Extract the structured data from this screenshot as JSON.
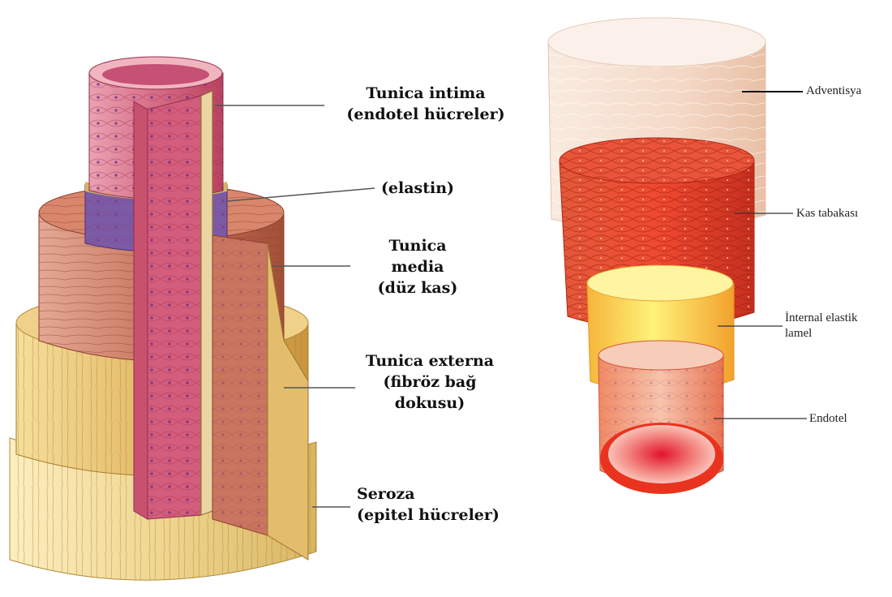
{
  "left_figure": {
    "labels": [
      {
        "id": "intima",
        "lines": [
          "Tunica intima",
          "(endotel hücreler)"
        ]
      },
      {
        "id": "elastin",
        "lines": [
          "(elastin)"
        ]
      },
      {
        "id": "media",
        "lines": [
          "Tunica",
          "media",
          "(düz kas)"
        ]
      },
      {
        "id": "externa",
        "lines": [
          "Tunica externa",
          "(fibröz bağ",
          "dokusu)"
        ]
      },
      {
        "id": "seroza",
        "lines": [
          "Seroza",
          "(epitel hücreler)"
        ]
      }
    ]
  },
  "right_figure": {
    "labels": [
      {
        "id": "adventisya",
        "lines": [
          "Adventisya"
        ]
      },
      {
        "id": "kas",
        "lines": [
          "Kas tabakası"
        ]
      },
      {
        "id": "elastik",
        "lines": [
          "İnternal elastik",
          "lamel"
        ]
      },
      {
        "id": "endotel",
        "lines": [
          "Endotel"
        ]
      }
    ]
  },
  "colors": {
    "intima": "#d9607a",
    "elastin_band": "#7b5aa6",
    "media": "#c86a4e",
    "externa": "#e8c46a",
    "seroza": "#f2d98c",
    "adventitia": "#f6e0d2",
    "muscle": "#e8402c",
    "elastic": "#f8df4a",
    "endothelium": "#f3b9a2"
  }
}
